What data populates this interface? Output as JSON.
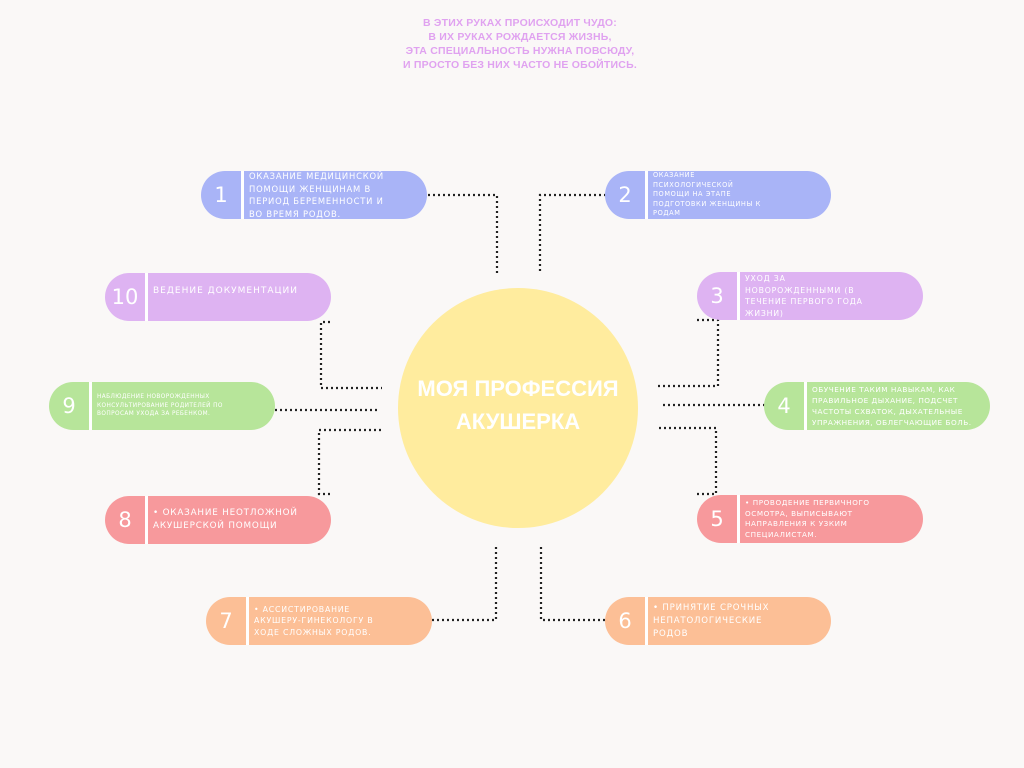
{
  "poem": [
    "В ЭТИХ РУКАХ ПРОИСХОДИТ ЧУДО:",
    "В ИХ РУКАХ РОЖДАЕТСЯ ЖИЗНЬ,",
    "ЭТА СПЕЦИАЛЬНОСТЬ НУЖНА ПОВСЮДУ,",
    "И ПРОСТО БЕЗ НИХ ЧАСТО НЕ ОБОЙТИСЬ."
  ],
  "center": {
    "line1": "МОЯ ПРОФЕССИЯ",
    "line2": "АКУШЕРКА"
  },
  "colors": {
    "background": "#faf8f7",
    "center": "#ffec9e",
    "poem": "#e0a2f0",
    "blue": "#a9b4f7",
    "purple": "#deb3f2",
    "green": "#b7e59a",
    "red": "#f7999c",
    "orange": "#fcbf96"
  },
  "items": [
    {
      "number": "1",
      "text": "Оказание медицинской помощи женщинам в период беременности и во время родов.",
      "color": "blue"
    },
    {
      "number": "2",
      "text": "Оказание психологической помощи на этапе подготовки женщины к родам",
      "color": "blue"
    },
    {
      "number": "3",
      "text": "уход за новорожденными (в течение первого года жизни)",
      "color": "purple"
    },
    {
      "number": "4",
      "text": "Обучение таким навыкам, как правильное дыхание, подсчет частоты схваток, дыхательные упражнения, облегчающие боль.",
      "color": "green"
    },
    {
      "number": "5",
      "text": "• Проводение первичного осмотра, выписывают направления к узким специалистам.",
      "color": "red"
    },
    {
      "number": "6",
      "text": "• Принятие срочных непатологические родов",
      "color": "orange"
    },
    {
      "number": "7",
      "text": "• Ассистирование акушеру-гинекологу в ходе сложных родов.",
      "color": "orange"
    },
    {
      "number": "8",
      "text": "• Оказание неотложной акушерской помощи",
      "color": "red"
    },
    {
      "number": "9",
      "text": "наблюдение новорожденных Консультирование родителей по вопросам ухода за ребенком.",
      "color": "green"
    },
    {
      "number": "10",
      "text": "Ведение документации",
      "color": "purple"
    }
  ]
}
